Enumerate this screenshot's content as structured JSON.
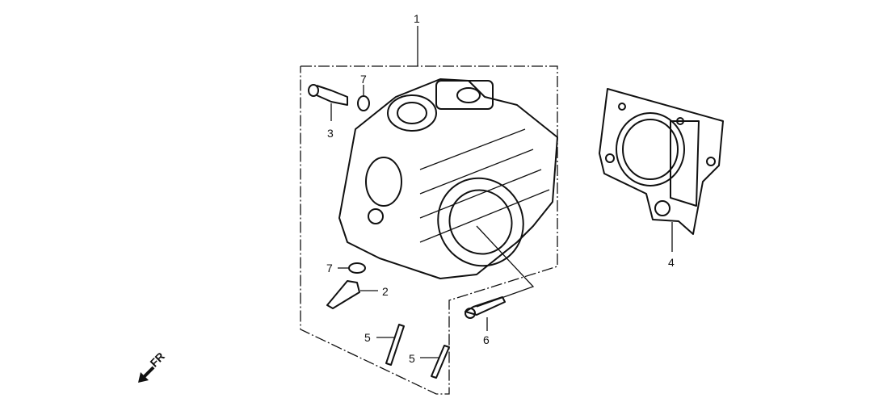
{
  "labels": {
    "cylinder_head": "1",
    "oring_top": "7",
    "oring_bottom": "7",
    "bolt_top": "3",
    "bolt_bottom": "2",
    "stud_left": "5",
    "stud_right": "5",
    "flange_bolt": "6",
    "gasket": "4"
  },
  "direction": {
    "text": "FR"
  },
  "colors": {
    "ink": "#111111",
    "background": "#ffffff"
  }
}
